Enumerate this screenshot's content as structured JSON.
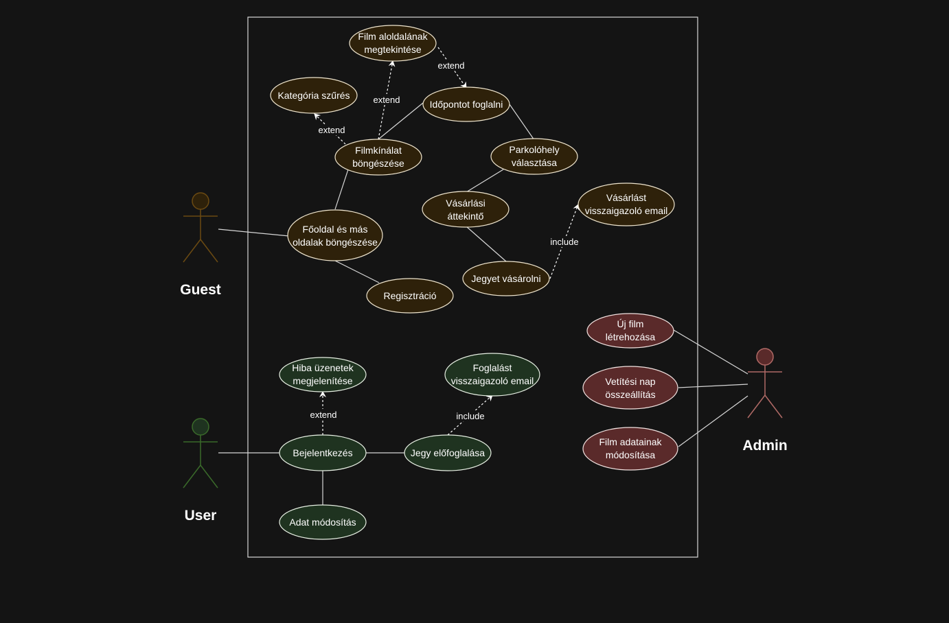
{
  "actors": {
    "guest": {
      "label": "Guest",
      "color": "#6b4a12"
    },
    "user": {
      "label": "User",
      "color": "#3a6a2a"
    },
    "admin": {
      "label": "Admin",
      "color": "#b06a66"
    }
  },
  "use_cases": {
    "film_subpage": [
      "Film aloldalának",
      "megtekintése"
    ],
    "category_filter": [
      "Kategória szűrés"
    ],
    "book_time": [
      "Időpontot foglalni"
    ],
    "browse_films": [
      "Filmkínálat",
      "böngészése"
    ],
    "parking": [
      "Parkolóhely",
      "választása"
    ],
    "purchase_overview": [
      "Vásárlási",
      "áttekintő"
    ],
    "purchase_email": [
      "Vásárlást",
      "visszaigazoló email"
    ],
    "home_browse": [
      "Főoldal és más",
      "oldalak böngészése"
    ],
    "buy_ticket": [
      "Jegyet vásárolni"
    ],
    "registration": [
      "Regisztráció"
    ],
    "error_messages": [
      "Hiba üzenetek",
      "megjelenítése"
    ],
    "booking_email": [
      "Foglalást",
      "visszaigazoló email"
    ],
    "login": [
      "Bejelentkezés"
    ],
    "ticket_prebook": [
      "Jegy előfoglalása"
    ],
    "data_modify": [
      "Adat módosítás"
    ],
    "new_film": [
      "Új film",
      "létrehozása"
    ],
    "screening_day": [
      "Vetítési nap",
      "összeállítás"
    ],
    "film_data_modify": [
      "Film adatainak",
      "módosítása"
    ]
  },
  "relations": {
    "extend_subpage": "extend",
    "extend_book_time": "extend",
    "extend_category": "extend",
    "include_purchase_email": "include",
    "extend_error": "extend",
    "include_booking_email": "include"
  },
  "colors": {
    "guest_fill": "#2e210a",
    "user_fill": "#1f3320",
    "admin_fill": "#5a2a2a",
    "line": "#d8d8d8"
  }
}
